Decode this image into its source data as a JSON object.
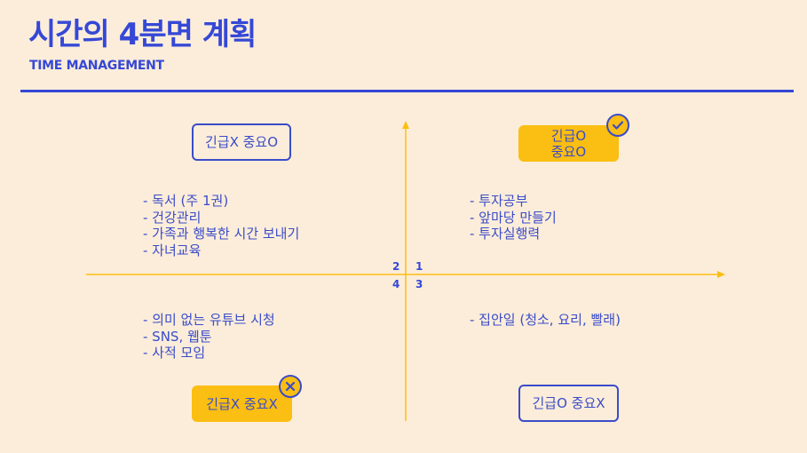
{
  "header": {
    "title": "시간의 4분면 계획",
    "subtitle": "TIME MANAGEMENT"
  },
  "quadrants": {
    "q1": {
      "number": "1",
      "label_line1": "긴급O",
      "label_line2": "중요O",
      "items": [
        "- 투자공부",
        "- 앞마당 만들기",
        "- 투자실행력"
      ],
      "badge_icon": "check-icon"
    },
    "q2": {
      "number": "2",
      "label": "긴급X 중요O",
      "items": [
        "- 독서 (주 1권)",
        "- 건강관리",
        "- 가족과 행복한 시간 보내기",
        "- 자녀교육"
      ]
    },
    "q3": {
      "number": "3",
      "label": "긴급O 중요X",
      "items": [
        "- 집안일 (청소, 요리, 빨래)"
      ]
    },
    "q4": {
      "number": "4",
      "label": "긴급X 중요X",
      "items": [
        "- 의미 없는 유튜브 시청",
        "- SNS, 웹툰",
        "- 사적 모임"
      ],
      "badge_icon": "cross-icon"
    }
  },
  "colors": {
    "background": "#FCEDDA",
    "primary": "#3548D6",
    "accent": "#FBBE12"
  }
}
